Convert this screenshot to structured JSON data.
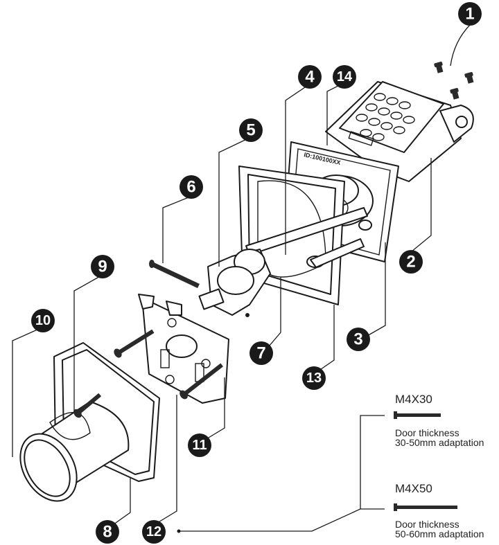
{
  "callouts": [
    {
      "id": "c1",
      "label": "1"
    },
    {
      "id": "c2",
      "label": "2"
    },
    {
      "id": "c3",
      "label": "3"
    },
    {
      "id": "c4",
      "label": "4"
    },
    {
      "id": "c5",
      "label": "5"
    },
    {
      "id": "c6",
      "label": "6"
    },
    {
      "id": "c7",
      "label": "7"
    },
    {
      "id": "c8",
      "label": "8"
    },
    {
      "id": "c9",
      "label": "9"
    },
    {
      "id": "c10",
      "label": "10"
    },
    {
      "id": "c11",
      "label": "11"
    },
    {
      "id": "c12",
      "label": "12"
    },
    {
      "id": "c13",
      "label": "13"
    },
    {
      "id": "c14",
      "label": "14"
    }
  ],
  "keypad_id_text": "ID:100100XX",
  "screw_specs": [
    {
      "size": "M4X30",
      "note_line1": "Door thickness",
      "note_line2": "30-50mm adaptation"
    },
    {
      "size": "M4X50",
      "note_line1": "Door thickness",
      "note_line2": "50-60mm adaptation"
    }
  ],
  "colors": {
    "ink": "#1a1a1a",
    "background": "#ffffff"
  }
}
